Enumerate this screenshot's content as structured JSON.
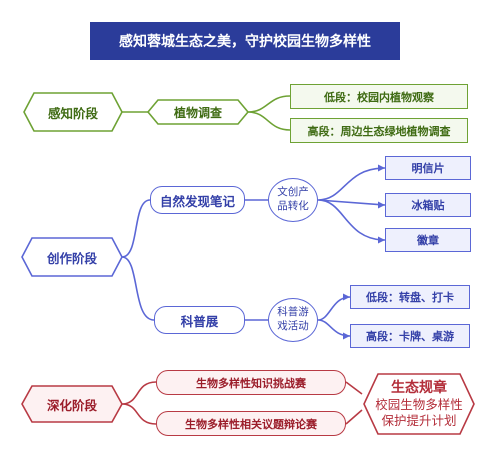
{
  "title": "感知蓉城生态之美，守护校园生物多样性",
  "stage1": {
    "label": "感知阶段",
    "sub": "植物调查",
    "leaves": [
      "低段：校园内植物观察",
      "高段：周边生态绿地植物调查"
    ]
  },
  "stage2": {
    "label": "创作阶段",
    "branch1": {
      "label": "自然发现笔记",
      "hub": "文创产品转化",
      "leaves": [
        "明信片",
        "冰箱贴",
        "徽章"
      ]
    },
    "branch2": {
      "label": "科普展",
      "hub": "科普游戏活动",
      "leaves": [
        "低段：转盘、打卡",
        "高段：卡牌、桌游"
      ]
    }
  },
  "stage3": {
    "label": "深化阶段",
    "items": [
      "生物多样性知识挑战赛",
      "生物多样性相关议题辩论赛"
    ],
    "goal": {
      "line1": "生态规章",
      "line2": "校园生物多样性",
      "line3": "保护提升计划"
    }
  },
  "colors": {
    "title_bg": "#2b3c9a",
    "green": "#6ea234",
    "blue": "#5b67d6",
    "red": "#b83a44"
  }
}
